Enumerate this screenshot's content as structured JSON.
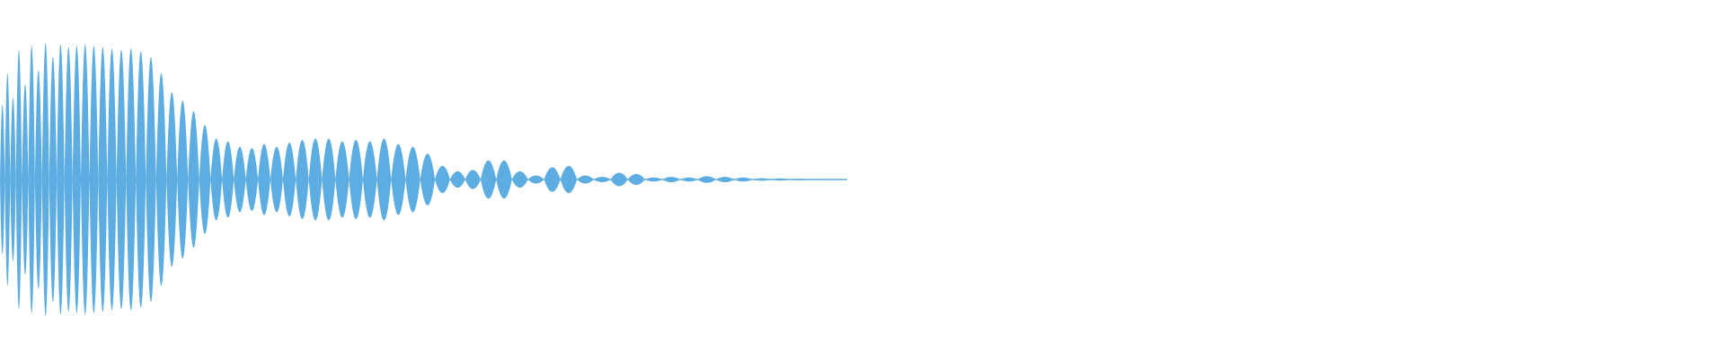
{
  "waveform": {
    "color": "#5DADE2",
    "background": "#ffffff",
    "visible_fraction": 0.49,
    "lobes": [
      {
        "amp": 0.55
      },
      {
        "amp": 0.78
      },
      {
        "amp": 0.6
      },
      {
        "amp": 0.95
      },
      {
        "amp": 0.7
      },
      {
        "amp": 0.98
      },
      {
        "amp": 0.8
      },
      {
        "amp": 1.0
      },
      {
        "amp": 0.9
      },
      {
        "amp": 0.99
      },
      {
        "amp": 0.97
      },
      {
        "amp": 0.98
      },
      {
        "amp": 0.99
      },
      {
        "amp": 0.98
      },
      {
        "amp": 0.97
      },
      {
        "amp": 0.96
      },
      {
        "amp": 0.95
      },
      {
        "amp": 0.96
      },
      {
        "amp": 0.94
      },
      {
        "amp": 0.9
      },
      {
        "amp": 0.78
      },
      {
        "amp": 0.64
      },
      {
        "amp": 0.58
      },
      {
        "amp": 0.5
      },
      {
        "amp": 0.4
      },
      {
        "amp": 0.3
      },
      {
        "amp": 0.28
      },
      {
        "amp": 0.24
      },
      {
        "amp": 0.23
      },
      {
        "amp": 0.26
      },
      {
        "amp": 0.24
      },
      {
        "amp": 0.27
      },
      {
        "amp": 0.29
      },
      {
        "amp": 0.3
      },
      {
        "amp": 0.3
      },
      {
        "amp": 0.28
      },
      {
        "amp": 0.29
      },
      {
        "amp": 0.28
      },
      {
        "amp": 0.3
      },
      {
        "amp": 0.26
      },
      {
        "amp": 0.24
      },
      {
        "amp": 0.19
      },
      {
        "amp": 0.1
      },
      {
        "amp": 0.06
      },
      {
        "amp": 0.07
      },
      {
        "amp": 0.14
      },
      {
        "amp": 0.14
      },
      {
        "amp": 0.06
      },
      {
        "amp": 0.03
      },
      {
        "amp": 0.09
      },
      {
        "amp": 0.1
      },
      {
        "amp": 0.03
      },
      {
        "amp": 0.02
      },
      {
        "amp": 0.05
      },
      {
        "amp": 0.04
      },
      {
        "amp": 0.015
      },
      {
        "amp": 0.02
      },
      {
        "amp": 0.015
      },
      {
        "amp": 0.025
      },
      {
        "amp": 0.02
      },
      {
        "amp": 0.015
      },
      {
        "amp": 0.01
      },
      {
        "amp": 0.008
      },
      {
        "amp": 0.006
      },
      {
        "amp": 0.004
      },
      {
        "amp": 0.003
      }
    ]
  }
}
